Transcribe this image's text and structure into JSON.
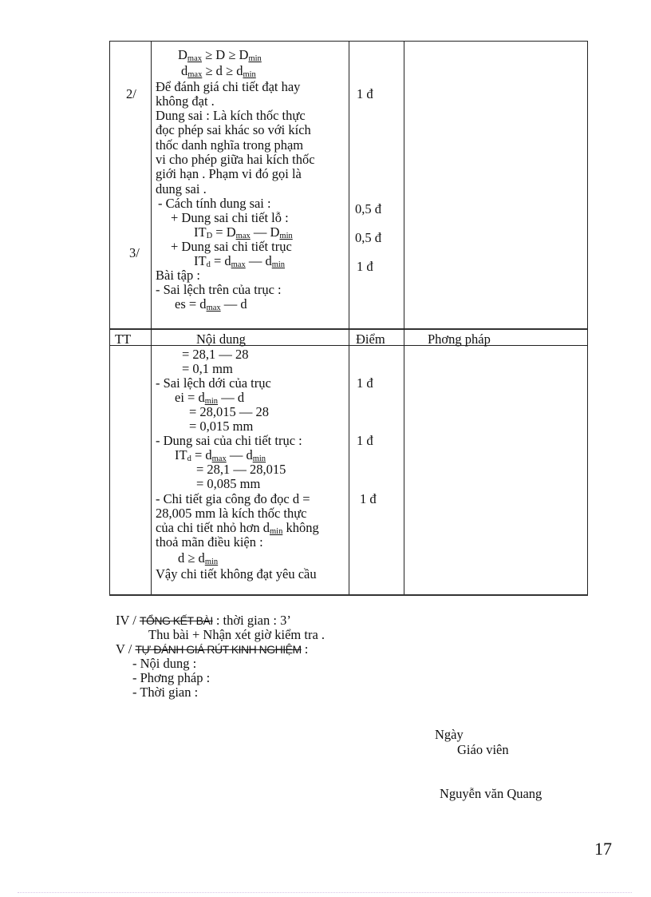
{
  "table1": {
    "row_labels": [
      "2/",
      "3/"
    ],
    "content_lines": [
      {
        "pre": "D",
        "sub": "max",
        "mid": " ≥ D ≥ D",
        "sub2": "min",
        "post": "",
        "indent": 86
      },
      {
        "pre": "d",
        "sub": "max",
        "mid": " ≥ d ≥ d",
        "sub2": "min",
        "post": "",
        "indent": 90
      },
      {
        "text": "Để đánh giá chi tiết đạt hay",
        "indent": 58
      },
      {
        "text": "không đạt .",
        "indent": 58
      },
      {
        "text": "Dung sai : Là kích thốc   thực",
        "indent": 58
      },
      {
        "text": "đọc   phép sai khác so với kích",
        "indent": 58
      },
      {
        "text": "thốc   danh nghĩa trong phạm",
        "indent": 58
      },
      {
        "text": "vi cho phép giữa hai kích thốc",
        "indent": 58
      },
      {
        "text": "giới hạn . Phạm vi đó gọi là",
        "indent": 58
      },
      {
        "text": "dung sai .",
        "indent": 58
      },
      {
        "text": " - Cách tính dung sai :",
        "indent": 62
      },
      {
        "text": "+ Dung sai chi tiết lỗ :",
        "indent": 76
      }
    ],
    "formula_itd_hole": {
      "lhs": "IT",
      "lhs_sub": "D",
      "rhs1": "D",
      "rhs1_sub": "max",
      "rhs2": "D",
      "rhs2_sub": "min"
    },
    "shaft_tol_label": "+ Dung sai chi tiết trục",
    "formula_itd_shaft": {
      "lhs": "IT",
      "lhs_sub": "d",
      "rhs1": "d",
      "rhs1_sub": "max",
      "rhs2": "d",
      "rhs2_sub": "min"
    },
    "exercise_label": "Bài tập :",
    "upper_dev_label": "- Sai lệch trên của trục :",
    "formula_es": {
      "lhs": "es = d",
      "sub": "max",
      "rest": " — d"
    },
    "scores": [
      "1 đ",
      "0,5 đ",
      "0,5 đ",
      "1 đ"
    ]
  },
  "table2": {
    "headers": {
      "tt": "TT",
      "content": "Nội dung",
      "score": "Điểm",
      "method": "Phơng   pháp"
    },
    "lines": {
      "l1": "= 28,1 — 28",
      "l2": "= 0,1 mm",
      "l3": "- Sai lệch dới   của trục",
      "l4_pre": "ei = d",
      "l4_sub": "min",
      "l4_post": " — d",
      "l5": "= 28,015 — 28",
      "l6": "= 0,015 mm",
      "l7": "- Dung sai của chi tiết trục :",
      "l8_pre": "IT",
      "l8_sub": "d",
      "l8_mid": " = d",
      "l8_sub2": "max",
      "l8_mid2": " — d",
      "l8_sub3": "min",
      "l9": "= 28,1 — 28,015",
      "l10": "= 0,085 mm",
      "l11": "- Chi tiết gia công đo đọc   d =",
      "l12": "28,005 mm là kích thốc   thực",
      "l13_pre": "của chi tiết nhỏ hơn d",
      "l13_sub": "min",
      "l13_post": " không",
      "l14": "thoả mãn điều kiện :",
      "l15_pre": "d ≥ d",
      "l15_sub": "min",
      "l16": "Vậy chi tiết không đạt yêu cầu"
    },
    "scores": [
      "1 đ",
      "1 đ",
      "1 đ"
    ]
  },
  "summary": {
    "iv_prefix": "IV / ",
    "iv_title": "TỔNG KẾT BÀI",
    "iv_suffix": " : thời gian : 3’",
    "iv_line2": "Thu bài + Nhận xét giờ kiểm tra .",
    "v_prefix": "V / ",
    "v_title": "TỰ ĐÁNH GIÁ RÚT KINH NGHIỆM",
    "v_suffix": " :",
    "items": [
      "- Nội dung :",
      "- Phơng   pháp :",
      "- Thời gian :"
    ]
  },
  "signature": {
    "date_label": "Ngày",
    "role": "Giáo viên",
    "name": "Nguyễn văn Quang"
  },
  "page_number": "17"
}
